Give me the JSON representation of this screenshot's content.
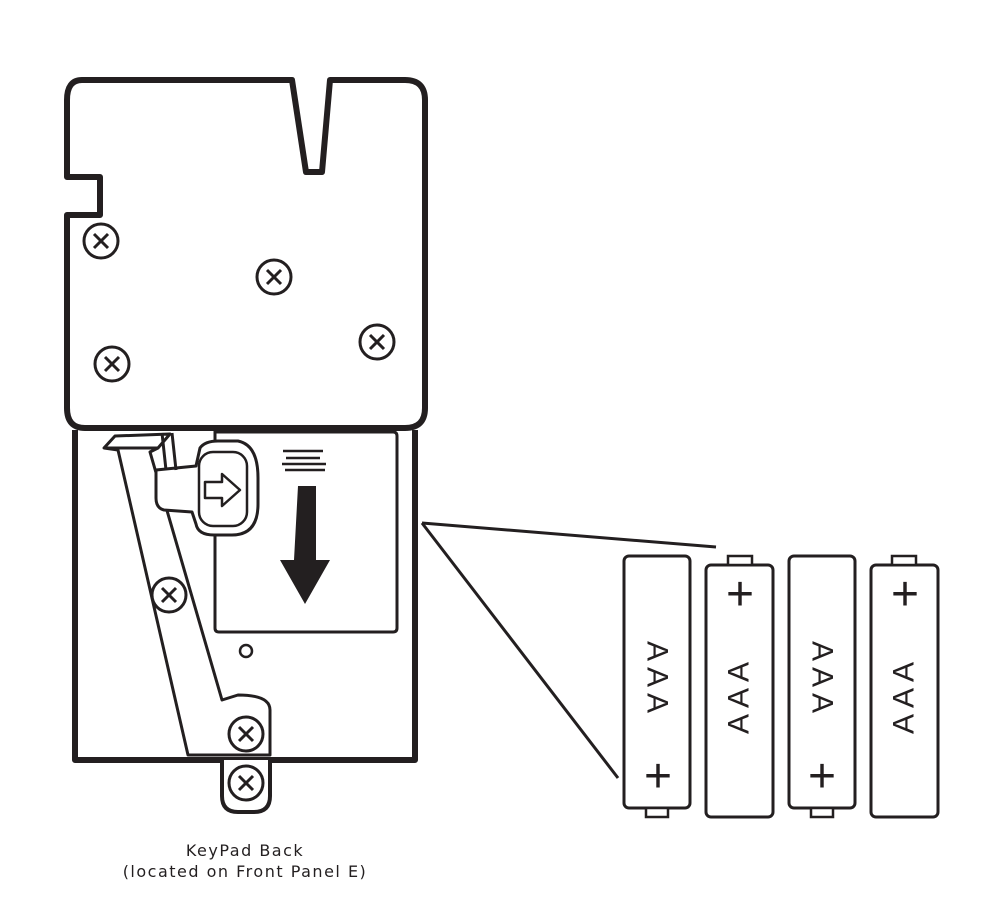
{
  "caption": {
    "line1": "KeyPad Back",
    "line2": "(located on Front Panel E)"
  },
  "batteries": [
    {
      "label": "AAA",
      "plus_sign": "+",
      "orientation": "plus-bottom"
    },
    {
      "label": "AAA",
      "plus_sign": "+",
      "orientation": "plus-top"
    },
    {
      "label": "AAA",
      "plus_sign": "+",
      "orientation": "plus-bottom"
    },
    {
      "label": "AAA",
      "plus_sign": "+",
      "orientation": "plus-top"
    }
  ],
  "colors": {
    "line": "#231f20",
    "background": "#ffffff"
  },
  "icons": {
    "screw": "screw-icon",
    "slide_arrow": "arrow-right-icon",
    "direction_arrow": "arrow-down-icon"
  }
}
